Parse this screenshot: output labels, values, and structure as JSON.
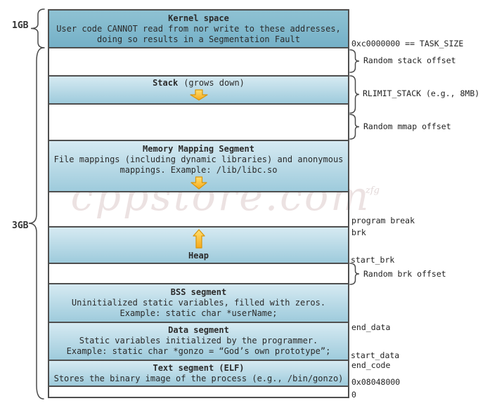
{
  "colors": {
    "border": "#4f4f4f",
    "kernel_top": "#8fc2d3",
    "kernel_bottom": "#74b0c7",
    "segment_top": "#d6eaf2",
    "segment_bottom": "#9ecbdc",
    "arrow_stroke": "#d8950a",
    "watermark": "#ece2e2"
  },
  "left_labels": {
    "top": "1GB",
    "bottom": "3GB"
  },
  "watermark": {
    "text": "cppstore.com",
    "suffix": "zfg"
  },
  "segments": {
    "kernel": {
      "title": "Kernel space",
      "line1": "User code CANNOT read from nor write to these addresses,",
      "line2": "doing so results in a Segmentation Fault"
    },
    "stack": {
      "title": "Stack",
      "subtitle": "(grows down)"
    },
    "mmap": {
      "title": "Memory Mapping Segment",
      "line1": "File mappings (including dynamic libraries) and anonymous",
      "line2": "mappings. Example: /lib/libc.so"
    },
    "heap": {
      "title": "Heap"
    },
    "bss": {
      "title": "BSS segment",
      "line1": "Uninitialized static variables, filled with zeros.",
      "line2": "Example: static char *userName;"
    },
    "data": {
      "title": "Data segment",
      "line1": "Static variables initialized by the programmer.",
      "line2": "Example: static char *gonzo = “God’s own prototype”;"
    },
    "text": {
      "title": "Text segment (ELF)",
      "line1": "Stores the binary image of the process (e.g., /bin/gonzo)"
    }
  },
  "annotations": {
    "task_size": "0xc0000000 == TASK_SIZE",
    "random_stack_offset": "Random stack offset",
    "rlimit_stack": "RLIMIT_STACK (e.g., 8MB)",
    "random_mmap_offset": "Random mmap offset",
    "program_break": "program break",
    "brk": "brk",
    "start_brk": "start_brk",
    "random_brk_offset": "Random brk offset",
    "end_data": "end_data",
    "start_data": "start_data",
    "end_code": "end_code",
    "text_start_address": "0x08048000",
    "zero": "0"
  }
}
